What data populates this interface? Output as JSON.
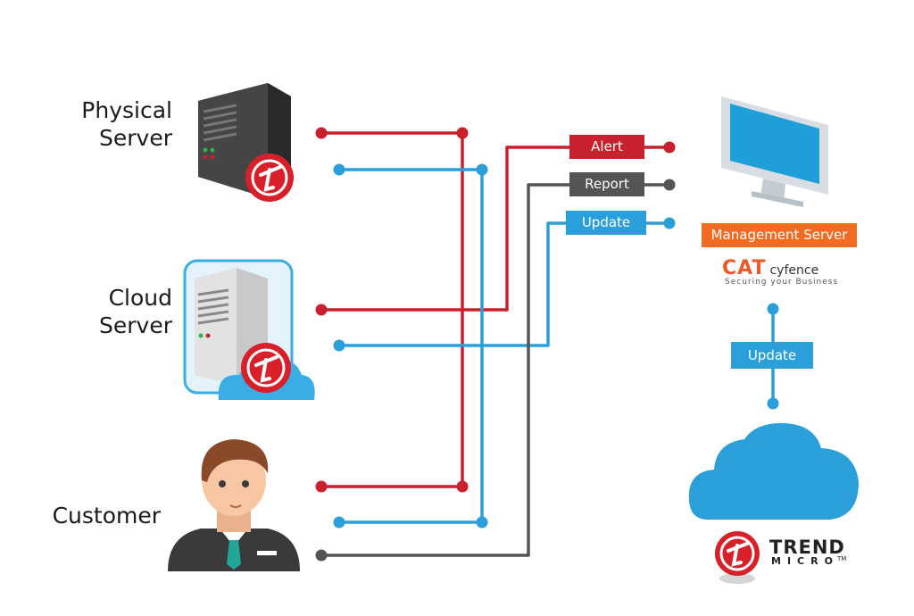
{
  "nodes": {
    "physical": {
      "line1": "Physical",
      "line2": "Server"
    },
    "cloud": {
      "line1": "Cloud",
      "line2": "Server"
    },
    "customer": {
      "label": "Customer"
    }
  },
  "tags": {
    "alert": "Alert",
    "report": "Report",
    "update_top": "Update",
    "management_server": "Management Server",
    "update_bottom": "Update"
  },
  "logos": {
    "cat": {
      "mark": "CAT",
      "name": "cyfence",
      "tagline": "Securing your Business"
    },
    "trend": {
      "line1": "TREND",
      "line2": "MICRO",
      "tm": "TM"
    }
  },
  "colors": {
    "alert": "#c8202d",
    "report": "#545454",
    "update": "#2b9fd9",
    "management": "#f26b22"
  },
  "icons": [
    "server-tower-icon",
    "cloud-server-icon",
    "customer-avatar-icon",
    "monitor-icon",
    "cloud-icon",
    "trend-micro-logo-icon"
  ]
}
